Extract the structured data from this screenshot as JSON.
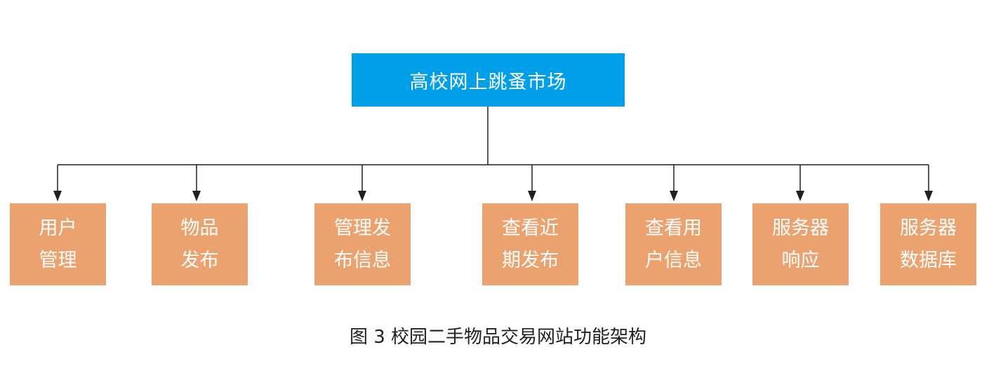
{
  "colors": {
    "root_fill": "#009fe8",
    "child_fill": "#eca26f",
    "connector": "#231f20"
  },
  "root": {
    "label": "高校网上跳蚤市场"
  },
  "children": [
    {
      "id": "user-management",
      "line1": "用户",
      "line2": "管理"
    },
    {
      "id": "item-publish",
      "line1": "物品",
      "line2": "发布"
    },
    {
      "id": "manage-published-info",
      "line1": "管理发",
      "line2": "布信息"
    },
    {
      "id": "view-recent-posts",
      "line1": "查看近",
      "line2": "期发布"
    },
    {
      "id": "view-user-info",
      "line1": "查看用",
      "line2": "户信息"
    },
    {
      "id": "server-response",
      "line1": "服务器",
      "line2": "响应"
    },
    {
      "id": "server-database",
      "line1": "服务器",
      "line2": "数据库"
    }
  ],
  "caption": "图 3  校园二手物品交易网站功能架构"
}
